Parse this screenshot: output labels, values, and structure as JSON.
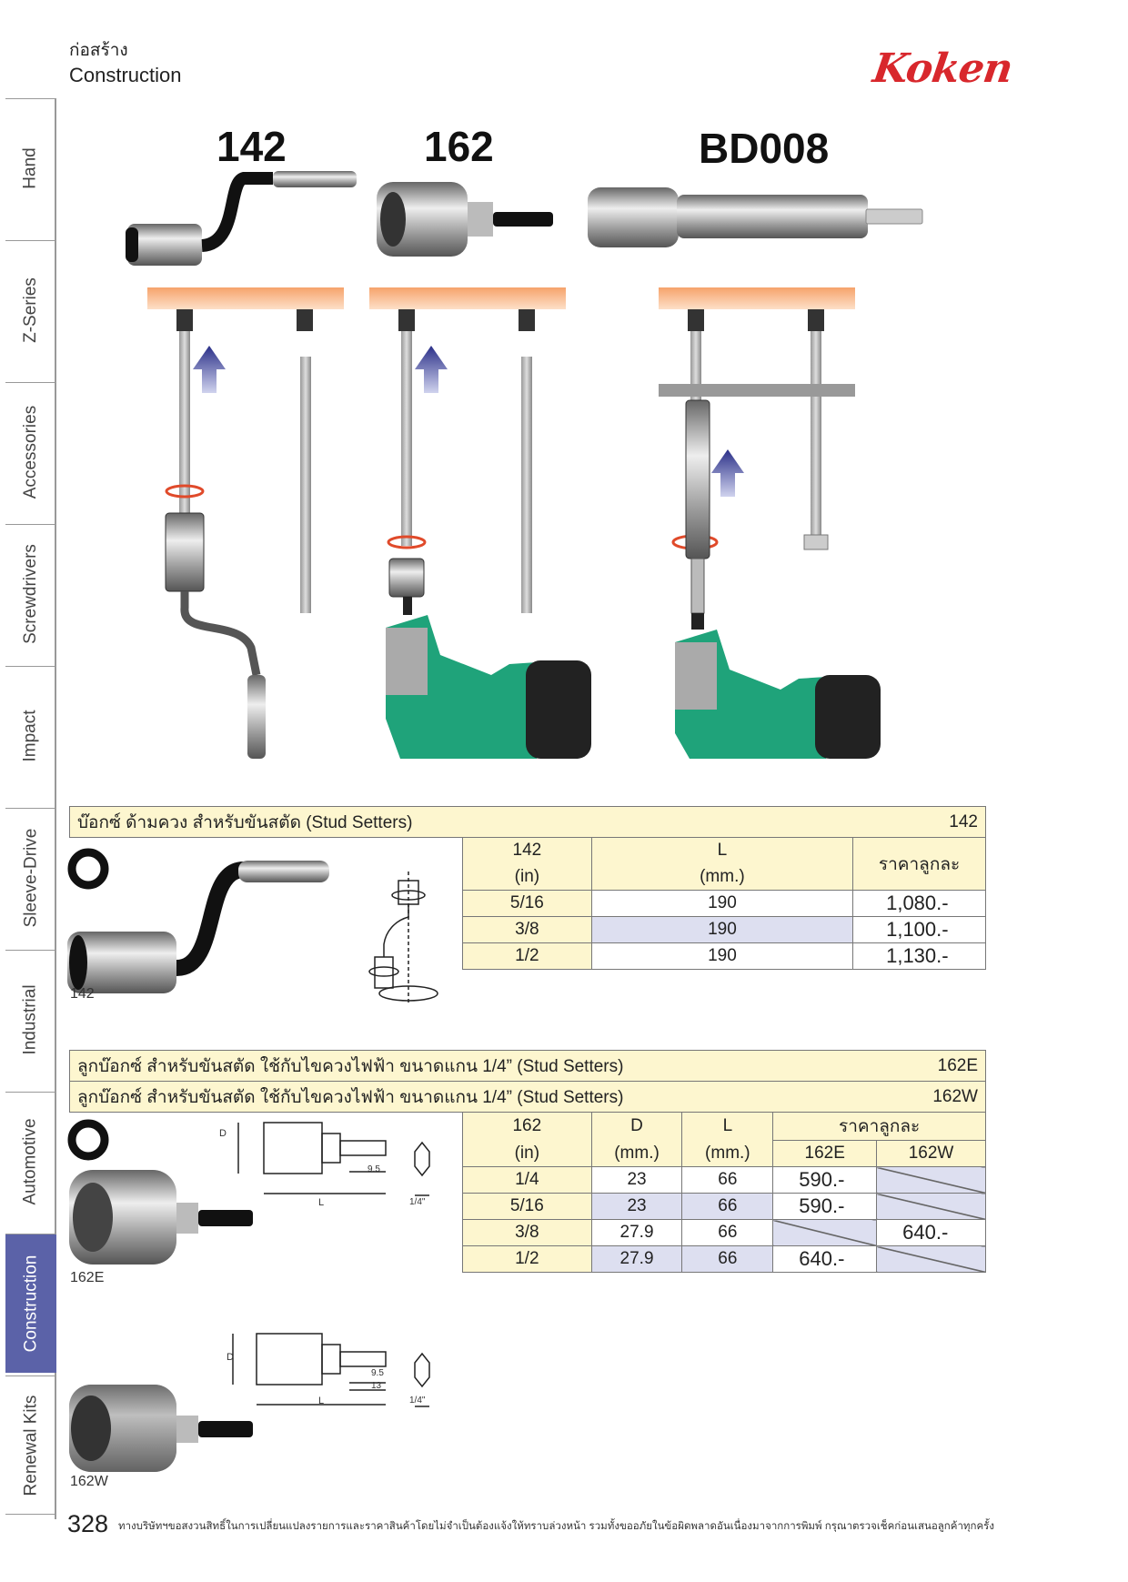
{
  "header": {
    "thai": "ก่อสร้าง",
    "english": "Construction",
    "brand": "Koken"
  },
  "sidebar": {
    "tabs": [
      "Hand",
      "Z-Series",
      "Accessories",
      "Screwdrivers",
      "Impact",
      "Sleeve-Drive",
      "Industrial",
      "Automotive",
      "Construction",
      "Renewal Kits"
    ],
    "active": "Construction"
  },
  "hero": {
    "codes": [
      "142",
      "162",
      "BD008"
    ]
  },
  "section142": {
    "title": "บ๊อกซ์ ด้ามควง สำหรับขันสตัด (Stud Setters)",
    "code": "142",
    "image_label": "142",
    "columns": {
      "size_top": "142",
      "size_bottom": "(in)",
      "l_top": "L",
      "l_bottom": "(mm.)",
      "price": "ราคาลูกละ"
    },
    "rows": [
      {
        "size": "5/16",
        "l": "190",
        "price": "1,080.-"
      },
      {
        "size": "3/8",
        "l": "190",
        "price": "1,100.-"
      },
      {
        "size": "1/2",
        "l": "190",
        "price": "1,130.-"
      }
    ]
  },
  "section162": {
    "title_e": "ลูกบ๊อกซ์ สำหรับขันสตัด ใช้กับไขควงไฟฟ้า ขนาดแกน 1/4” (Stud Setters)",
    "code_e": "162E",
    "title_w": "ลูกบ๊อกซ์ สำหรับขันสตัด ใช้กับไขควงไฟฟ้า ขนาดแกน 1/4” (Stud Setters)",
    "code_w": "162W",
    "image_label_e": "162E",
    "image_label_w": "162W",
    "columns": {
      "size_top": "162",
      "size_bottom": "(in)",
      "d_top": "D",
      "d_bottom": "(mm.)",
      "l_top": "L",
      "l_bottom": "(mm.)",
      "price": "ราคาลูกละ",
      "price_e": "162E",
      "price_w": "162W"
    },
    "rows": [
      {
        "size": "1/4",
        "d": "23",
        "l": "66",
        "e": "590.-",
        "w": ""
      },
      {
        "size": "5/16",
        "d": "23",
        "l": "66",
        "e": "590.-",
        "w": ""
      },
      {
        "size": "3/8",
        "d": "27.9",
        "l": "66",
        "e": "",
        "w": "640.-"
      },
      {
        "size": "1/2",
        "d": "27.9",
        "l": "66",
        "e": "640.-",
        "w": ""
      }
    ],
    "dim_labels": {
      "d": "D",
      "l": "L",
      "dim95": "9.5",
      "dim13": "13",
      "quarter": "1/4\""
    }
  },
  "footer": {
    "page": "328",
    "note": "ทางบริษัทฯขอสงวนสิทธิ์ในการเปลี่ยนแปลงรายการและราคาสินค้าโดยไม่จำเป็นต้องแจ้งให้ทราบล่วงหน้า รวมทั้งขออภัยในข้อผิดพลาดอันเนื่องมาจากการพิมพ์ กรุณาตรวจเช็คก่อนเสนอลูกค้าทุกครั้ง"
  }
}
